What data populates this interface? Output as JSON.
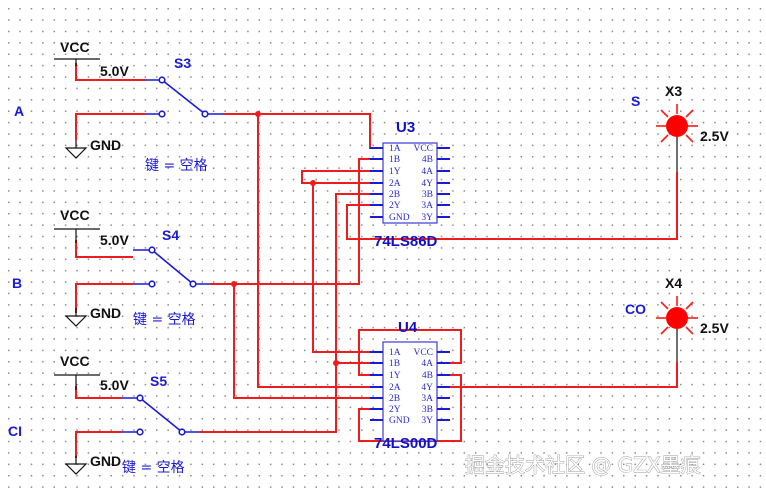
{
  "diagram": {
    "type": "logic circuit schematic (full adder)",
    "colors": {
      "wire": "#ee1c1c",
      "component": "#1a1ad8",
      "label_black": "#111111",
      "probe": "#ff0000",
      "grid": "#8a8a8a"
    },
    "inputs": [
      {
        "id": "A",
        "label": "A",
        "switch": "S3",
        "vcc_label": "VCC",
        "voltage": "5.0V",
        "gnd_label": "GND",
        "key_label": "键 = 空格"
      },
      {
        "id": "B",
        "label": "B",
        "switch": "S4",
        "vcc_label": "VCC",
        "voltage": "5.0V",
        "gnd_label": "GND",
        "key_label": "键 = 空格"
      },
      {
        "id": "CI",
        "label": "CI",
        "switch": "S5",
        "vcc_label": "VCC",
        "voltage": "5.0V",
        "gnd_label": "GND",
        "key_label": "键 = 空格"
      }
    ],
    "chips": [
      {
        "ref": "U3",
        "part": "74LS86D",
        "pins_left": [
          "1A",
          "1B",
          "1Y",
          "2A",
          "2B",
          "2Y",
          "GND"
        ],
        "pins_right": [
          "VCC",
          "4B",
          "4A",
          "4Y",
          "3B",
          "3A",
          "3Y"
        ]
      },
      {
        "ref": "U4",
        "part": "74LS00D",
        "pins_left": [
          "1A",
          "1B",
          "1Y",
          "2A",
          "2B",
          "2Y",
          "GND"
        ],
        "pins_right": [
          "VCC",
          "4A",
          "4B",
          "4Y",
          "3A",
          "3B",
          "3Y"
        ]
      }
    ],
    "outputs": [
      {
        "ref": "X3",
        "label": "S",
        "voltage": "2.5V"
      },
      {
        "ref": "X4",
        "label": "CO",
        "voltage": "2.5V"
      }
    ],
    "watermark": "掘金技术社区 @ GZX墨痕"
  }
}
